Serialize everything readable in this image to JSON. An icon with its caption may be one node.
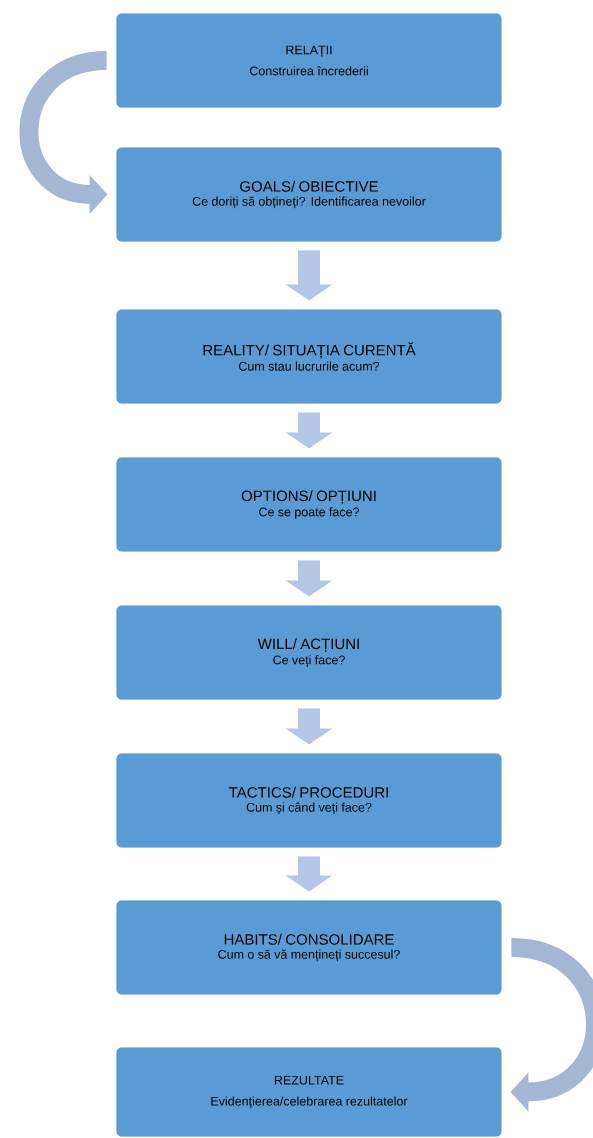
{
  "diagram": {
    "nodes": [
      {
        "text": [
          "RELAȚII",
          "Construirea încrederii"
        ]
      },
      {
        "text": [
          "GOALS/ OBIECTIVE",
          "Ce doriți să obțineți? Identificarea nevoilor"
        ]
      },
      {
        "text": [
          "REALITY/ SITUAȚIA CURENTĂ",
          "Cum stau lucrurile acum?"
        ]
      },
      {
        "text": [
          "OPTIONS/ OPȚIUNI",
          "Ce se poate face?"
        ]
      },
      {
        "text": [
          "WILL/ ACȚIUNI",
          "Ce veți face?"
        ]
      },
      {
        "text": [
          "TACTICS/ PROCEDURI",
          "Cum și când veți face?"
        ]
      },
      {
        "text": [
          "HABITS/ CONSOLIDARE",
          "Cum o să vă mențineți succesul?"
        ]
      },
      {
        "text": [
          "REZULTATE",
          "Evidențierea/celebrarea rezultatelor"
        ]
      }
    ],
    "edges": [
      {
        "from": 0,
        "to": 1,
        "arrow": "to"
      },
      {
        "from": 1,
        "to": 2,
        "arrow": "to"
      },
      {
        "from": 2,
        "to": 3,
        "arrow": "to"
      },
      {
        "from": 3,
        "to": 4,
        "arrow": "to"
      },
      {
        "from": 4,
        "to": 5,
        "arrow": "to"
      },
      {
        "from": 5,
        "to": 6,
        "arrow": "to"
      },
      {
        "from": 6,
        "to": 7,
        "arrow": "to"
      }
    ]
  }
}
